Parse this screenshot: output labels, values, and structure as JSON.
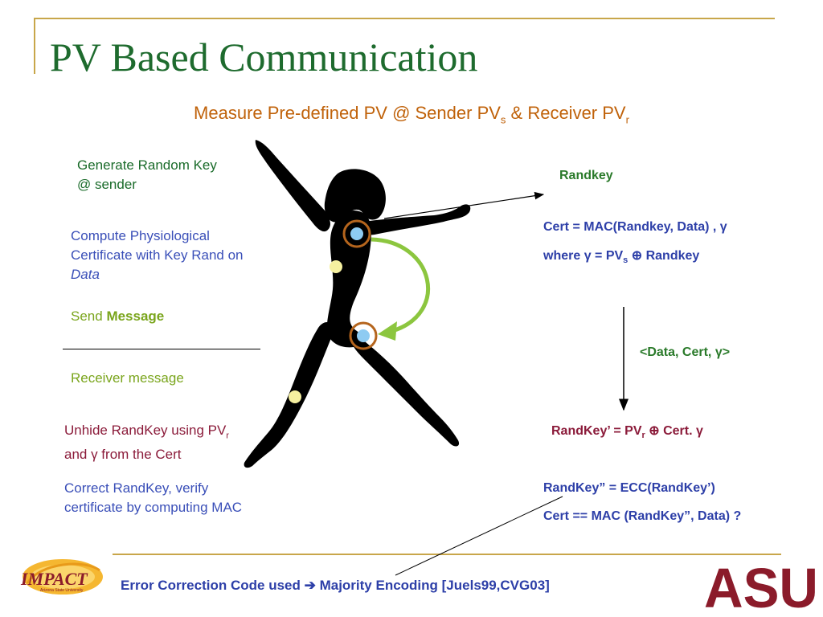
{
  "title": "PV Based Communication",
  "subtitle": {
    "prefix": "Measure Pre-defined PV @ Sender PV",
    "sub1": "s",
    "middle": " & Receiver PV",
    "sub2": "r"
  },
  "left": {
    "generate_line1": "Generate Random Key",
    "generate_line2": "@ sender",
    "compute_line1": "Compute Physiological",
    "compute_line2": "Certificate with Key Rand on",
    "compute_line3": "Data",
    "send_prefix": "Send ",
    "send_bold": "Message",
    "receiver": "Receiver message",
    "unhide_line1": "Unhide RandKey using PV",
    "unhide_sub": "r",
    "unhide_line2": "and γ from the Cert",
    "correct_line1": "Correct RandKey, verify",
    "correct_line2": "certificate by computing MAC"
  },
  "right": {
    "randkey": "Randkey",
    "cert_line": "Cert = MAC(Randkey, Data) , γ",
    "where_prefix": "where γ = PV",
    "where_sub": "s",
    "where_suffix": " ⊕ Randkey",
    "message": "<Data, Cert, γ>",
    "randkey_prime_prefix": "RandKey’ = PV",
    "randkey_prime_sub": "r",
    "randkey_prime_suffix": " ⊕ Cert. γ",
    "ecc_line": "RandKey” = ECC(RandKey’)",
    "cert_check": "Cert  == MAC (RandKey”, Data) ?"
  },
  "footer": {
    "prefix": "Error Correction Code used ",
    "arrow": "➔",
    "suffix": " Majority Encoding [Juels99,CVG03]"
  },
  "logos": {
    "impact_text": "IMPACT",
    "impact_sub": "Arizona State University",
    "asu_text": "ASU"
  },
  "colors": {
    "title": "#1e6b2e",
    "subtitle": "#c0620a",
    "accent_line": "#c8a64a",
    "curve_arrow": "#8cc63f",
    "ring": "#b5651d",
    "point_blue": "#8ecbf2",
    "point_yellow": "#f5f0a0",
    "asu_maroon": "#8b1b2a"
  }
}
